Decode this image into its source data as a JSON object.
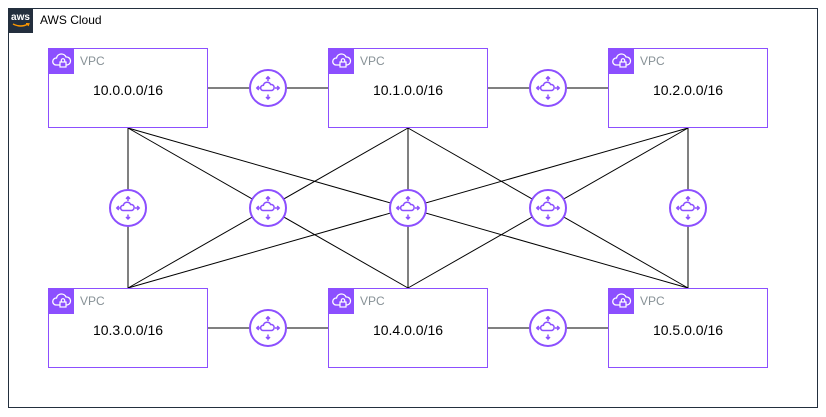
{
  "cloud": {
    "label": "AWS Cloud",
    "logo_text": "aws"
  },
  "colors": {
    "vpc_accent": "#8c4fff",
    "vpc_label": "#879196",
    "frame": "#232f3e",
    "line": "#000000"
  },
  "vpcs": [
    {
      "label": "VPC",
      "cidr": "10.0.0.0/16"
    },
    {
      "label": "VPC",
      "cidr": "10.1.0.0/16"
    },
    {
      "label": "VPC",
      "cidr": "10.2.0.0/16"
    },
    {
      "label": "VPC",
      "cidr": "10.3.0.0/16"
    },
    {
      "label": "VPC",
      "cidr": "10.4.0.0/16"
    },
    {
      "label": "VPC",
      "cidr": "10.5.0.0/16"
    }
  ],
  "icons": {
    "vpc": "vpc-cloud-lock-icon",
    "peering": "peering-router-icon"
  },
  "peerings": [
    [
      "10.0.0.0/16",
      "10.1.0.0/16"
    ],
    [
      "10.1.0.0/16",
      "10.2.0.0/16"
    ],
    [
      "10.3.0.0/16",
      "10.4.0.0/16"
    ],
    [
      "10.4.0.0/16",
      "10.5.0.0/16"
    ],
    [
      "10.0.0.0/16",
      "10.3.0.0/16"
    ],
    [
      "10.0.0.0/16",
      "10.4.0.0/16"
    ],
    [
      "10.0.0.0/16",
      "10.5.0.0/16"
    ],
    [
      "10.1.0.0/16",
      "10.3.0.0/16"
    ],
    [
      "10.1.0.0/16",
      "10.4.0.0/16"
    ],
    [
      "10.1.0.0/16",
      "10.5.0.0/16"
    ],
    [
      "10.2.0.0/16",
      "10.3.0.0/16"
    ],
    [
      "10.2.0.0/16",
      "10.4.0.0/16"
    ],
    [
      "10.2.0.0/16",
      "10.5.0.0/16"
    ]
  ]
}
